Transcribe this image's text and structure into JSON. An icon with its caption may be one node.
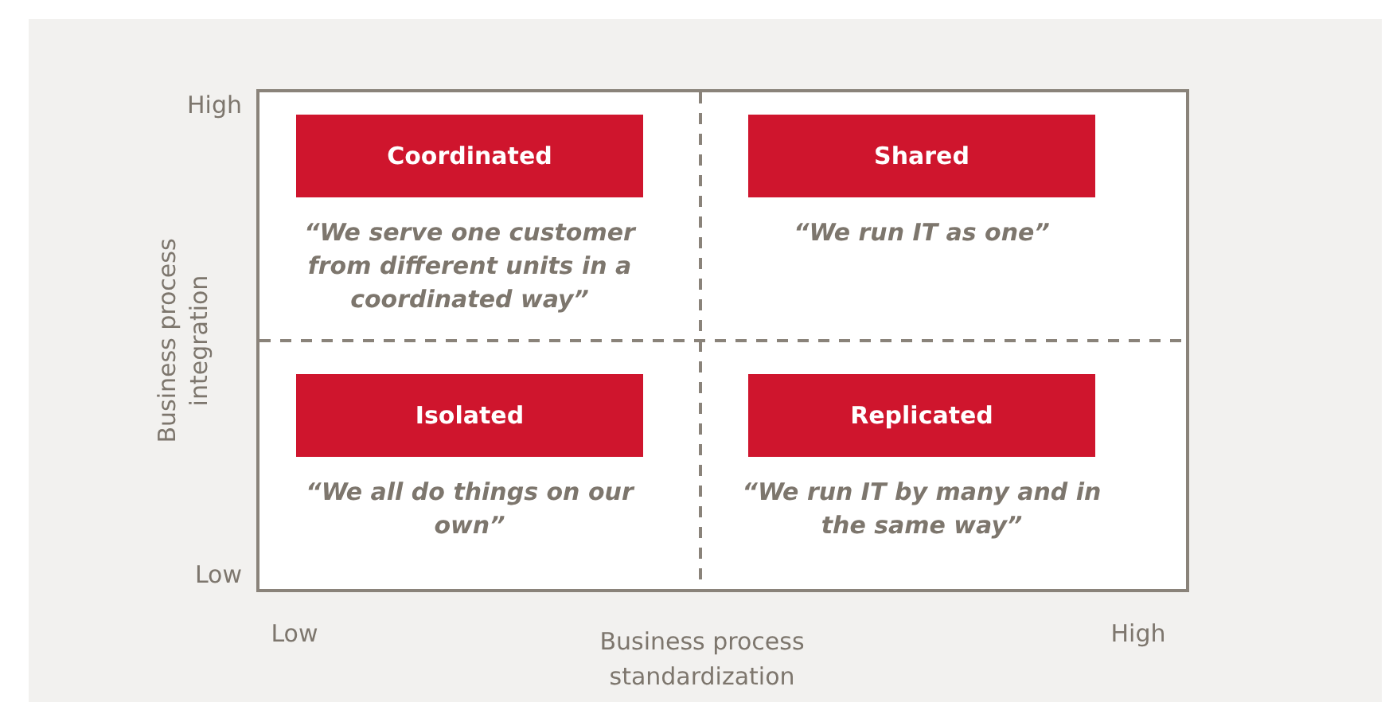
{
  "diagram": {
    "nodes": [
      {
        "text": [
          "Coordinated"
        ],
        "beside": [
          "“We serve one customer from different units in a coordinated way”"
        ]
      },
      {
        "text": [
          "Shared"
        ],
        "beside": [
          "“We run IT as one”"
        ]
      },
      {
        "text": [
          "Isolated"
        ],
        "beside": [
          "“We all do things on our own”"
        ]
      },
      {
        "text": [
          "Replicated"
        ],
        "beside": [
          "“We run IT by many and in the same way”"
        ]
      }
    ],
    "edges": [],
    "labels": [
      "High",
      "Business process integration",
      "Low",
      "Low",
      "Business process standardization",
      "High"
    ]
  }
}
